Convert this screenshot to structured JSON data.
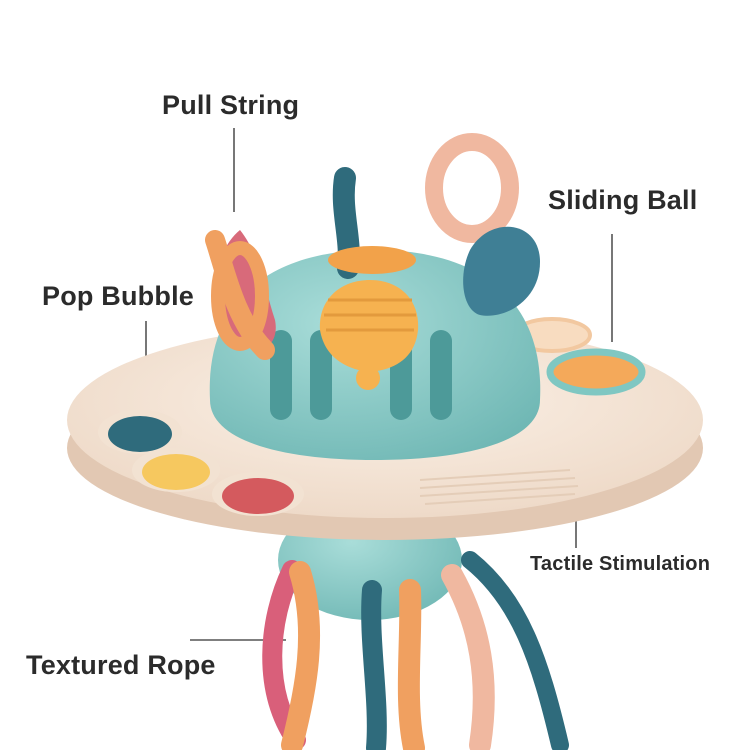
{
  "labels": {
    "pull_string": "Pull String",
    "sliding_ball": "Sliding Ball",
    "pop_bubble": "Pop Bubble",
    "tactile_stimulation": "Tactile Stimulation",
    "textured_rope": "Textured Rope"
  },
  "colors": {
    "background": "#ffffff",
    "label_text": "#2b2b2b",
    "leader_line": "#555555",
    "dish": "#f5e6d8",
    "dome": "#8fcfcc",
    "navy": "#2f6b7c",
    "orange": "#f0a060",
    "peach": "#f0b8a0",
    "yellow": "#f6c85f",
    "red": "#d45a5e",
    "pink": "#d95f7a"
  }
}
